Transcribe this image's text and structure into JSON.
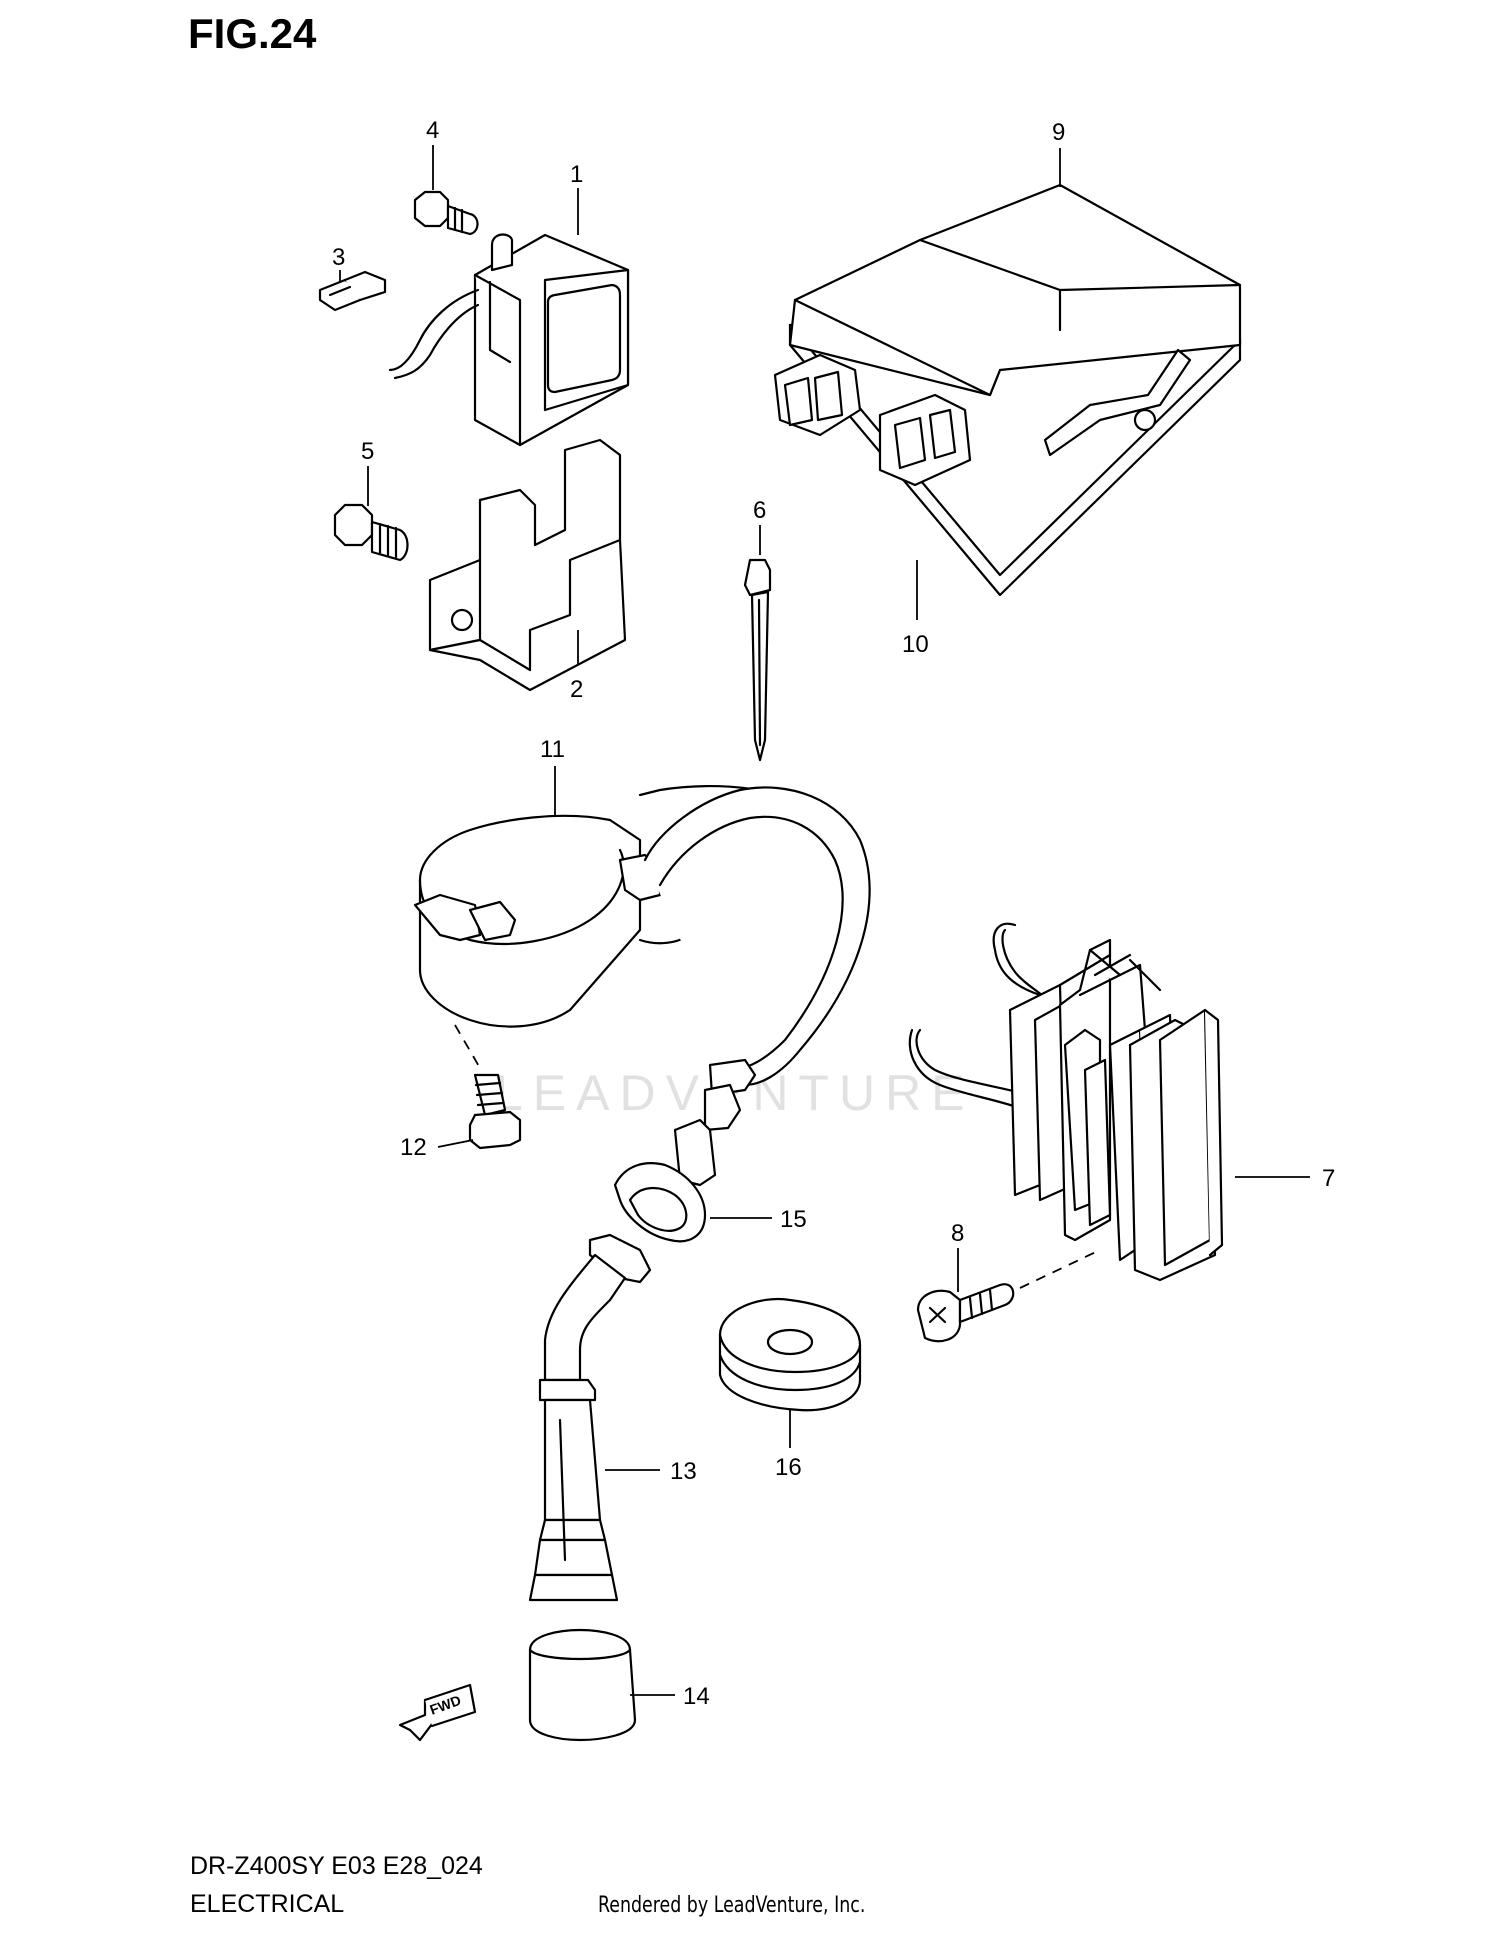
{
  "figure_title": "FIG.24",
  "model_code": "DR-Z400SY  E03 E28_024",
  "section_name": "ELECTRICAL",
  "rendered_by": "Rendered by LeadVenture, Inc.",
  "watermark_text": "LEADVENTURE",
  "fwd_label": "FWD",
  "callouts": [
    "1",
    "2",
    "3",
    "4",
    "5",
    "6",
    "7",
    "8",
    "9",
    "10",
    "11",
    "12",
    "13",
    "14",
    "15",
    "16"
  ]
}
